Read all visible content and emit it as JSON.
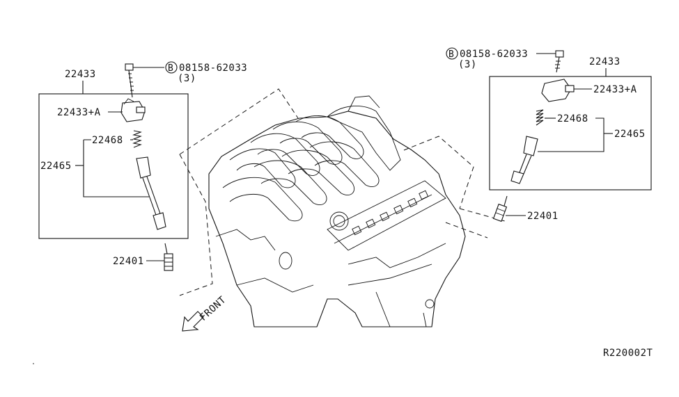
{
  "diagram": {
    "code": "R220002T",
    "front_label": "FRONT",
    "left": {
      "coil_assembly": "22433",
      "coil_a": "22433+A",
      "spring": "22468",
      "boot": "22465",
      "plug": "22401",
      "bolt_symbol": "B",
      "bolt": "08158-62033",
      "bolt_qty": "(3)"
    },
    "right": {
      "coil_assembly": "22433",
      "coil_a": "22433+A",
      "spring": "22468",
      "boot": "22465",
      "plug": "22401",
      "bolt_symbol": "B",
      "bolt": "08158-62033",
      "bolt_qty": "(3)"
    }
  }
}
